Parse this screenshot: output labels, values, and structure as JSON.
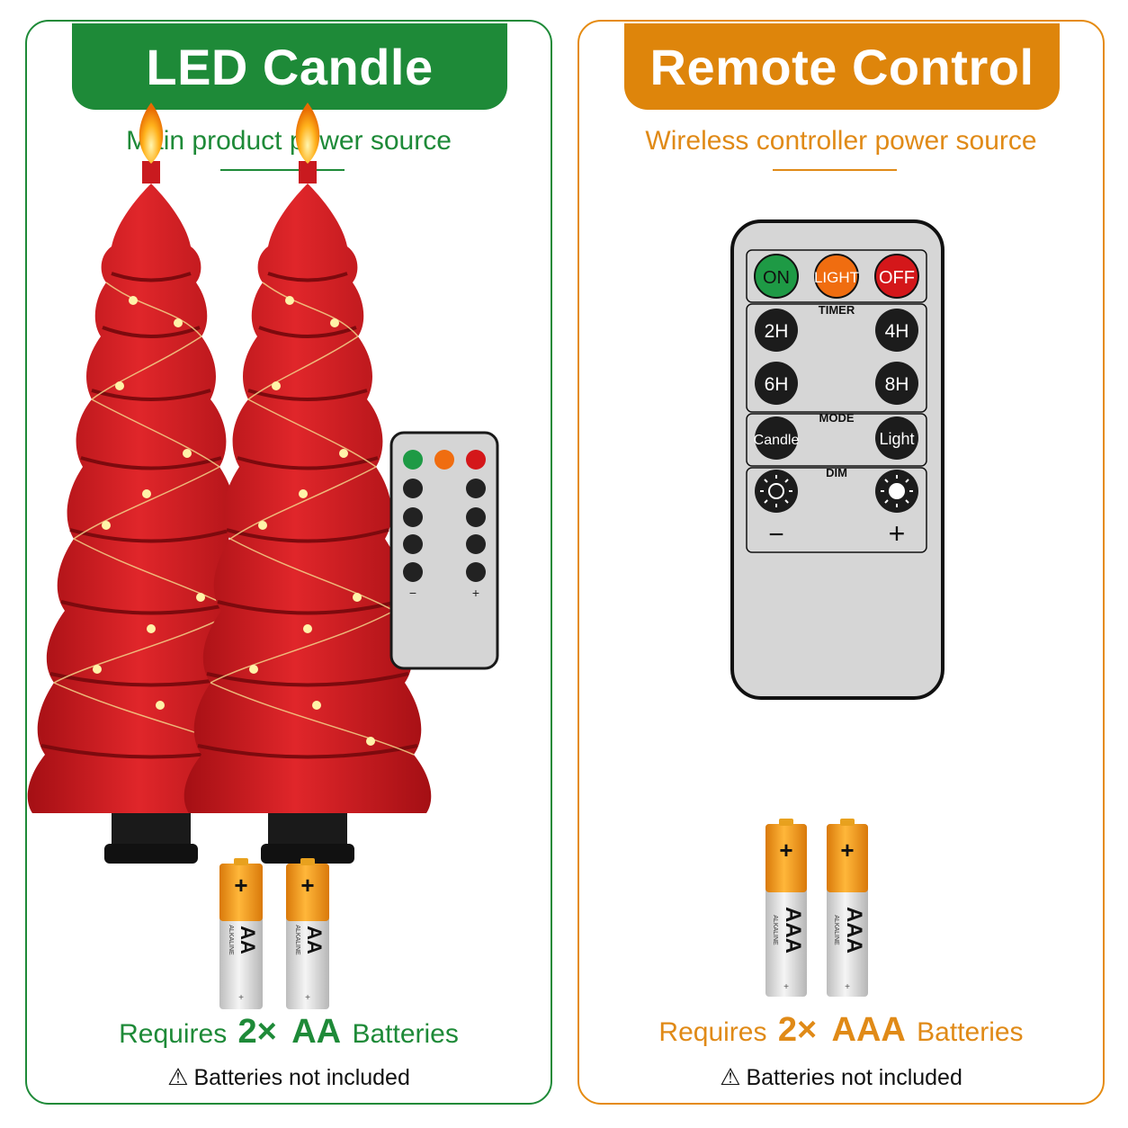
{
  "left_panel": {
    "title": "LED Candle",
    "subtitle": "Main product power source",
    "requires_prefix": "Requires",
    "count": "2×",
    "battery_type": "AA",
    "requires_suffix": "Batteries",
    "notice": "Batteries not included",
    "battery_label_main": "AA",
    "battery_label_brand": "ALKALINE",
    "color": "#1e8a38"
  },
  "right_panel": {
    "title": "Remote Control",
    "subtitle": "Wireless controller power source",
    "requires_prefix": "Requires",
    "count": "2×",
    "battery_type": "AAA",
    "requires_suffix": "Batteries",
    "notice": "Batteries not included",
    "battery_label_main": "AAA",
    "battery_label_brand": "ALKALINE",
    "color": "#de850b"
  },
  "remote": {
    "on": "ON",
    "light": "LIGHT",
    "off": "OFF",
    "timer": "TIMER",
    "t2": "2H",
    "t4": "4H",
    "t6": "6H",
    "t8": "8H",
    "mode": "MODE",
    "candle": "Candle",
    "light_mode": "Light",
    "dim": "DIM",
    "minus": "−",
    "plus": "+"
  },
  "battery_plus": "+",
  "warning_icon": "warning-triangle-icon"
}
